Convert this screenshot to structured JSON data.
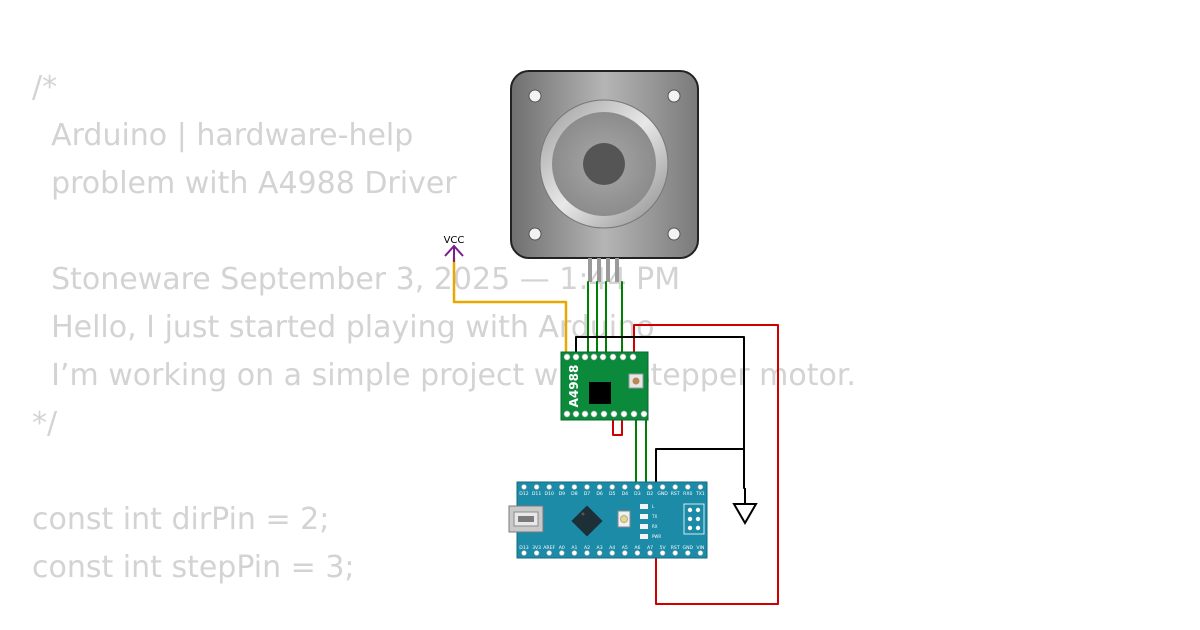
{
  "code_lines": [
    "/*",
    "  Arduino | hardware-help",
    "  problem with A4988 Driver",
    "",
    "  Stoneware September 3, 2025 — 1:44 PM",
    "  Hello, I just started playing with Arduino",
    "  I’m working on a simple project with a stepper motor.",
    "*/",
    "",
    "const int dirPin = 2;",
    "const int stepPin = 3;"
  ],
  "vcc_label": "VCC",
  "driver_label": "A4988",
  "nano": {
    "top_pins": [
      "D12",
      "D11",
      "D10",
      "D9",
      "D8",
      "D7",
      "D6",
      "D5",
      "D4",
      "D3",
      "D2",
      "GND",
      "RST",
      "RX0",
      "TX1"
    ],
    "bottom_pins": [
      "D13",
      "3V3",
      "AREF",
      "A0",
      "A1",
      "A2",
      "A3",
      "A4",
      "A5",
      "A6",
      "A7",
      "5V",
      "RST",
      "GND",
      "VIN"
    ],
    "leds": [
      "L",
      "TX",
      "RX",
      "PWR"
    ]
  },
  "colors": {
    "code_text": "#d3d3d3",
    "wire_vcc": "#e8a800",
    "wire_red": "#d00000",
    "wire_black": "#000000",
    "wire_green": "#008000",
    "vcc_symbol": "#7a1f8f",
    "driver_pcb": "#0a8a3a",
    "nano_pcb": "#1b8ba8"
  }
}
